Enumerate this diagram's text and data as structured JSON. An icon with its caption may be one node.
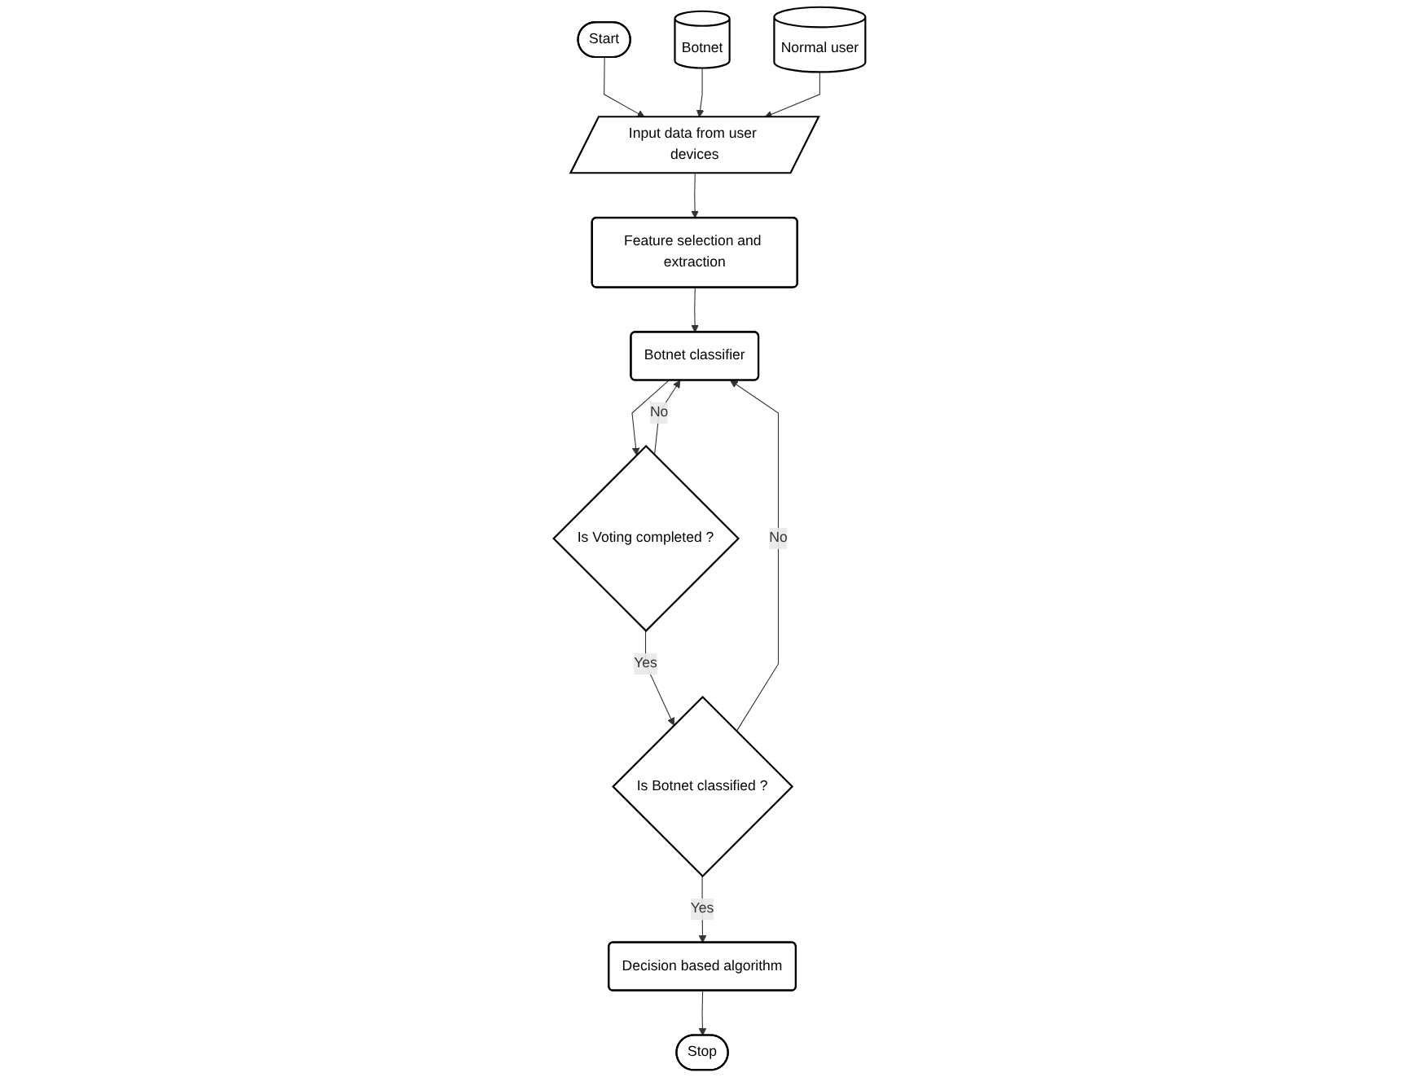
{
  "diagram": {
    "nodes": [
      {
        "text": [
          "Start"
        ]
      },
      {
        "text": [
          "Botnet"
        ]
      },
      {
        "text": [
          "Normal user"
        ]
      },
      {
        "text": [
          "Input data from user devices"
        ]
      },
      {
        "text": [
          "Feature selection and extraction"
        ]
      },
      {
        "text": [
          "Botnet classifier"
        ]
      },
      {
        "text": [
          "Is Voting completed ?"
        ]
      },
      {
        "text": [
          "Is Botnet classified ?"
        ]
      },
      {
        "text": [
          "Decision based algorithm"
        ]
      },
      {
        "text": [
          "Stop"
        ]
      }
    ],
    "edges": [
      {
        "from": 0,
        "to": 3,
        "arrow": "to"
      },
      {
        "from": 1,
        "to": 3,
        "arrow": "to"
      },
      {
        "from": 2,
        "to": 3,
        "arrow": "to"
      },
      {
        "from": 3,
        "to": 4,
        "arrow": "to"
      },
      {
        "from": 4,
        "to": 5,
        "arrow": "to"
      },
      {
        "from": 5,
        "to": 6,
        "arrow": "to"
      },
      {
        "from": 6,
        "to": 5,
        "arrow": "to",
        "label": "No"
      },
      {
        "from": 6,
        "to": 7,
        "arrow": "to",
        "label": "Yes"
      },
      {
        "from": 7,
        "to": 5,
        "arrow": "to",
        "label": "No"
      },
      {
        "from": 7,
        "to": 8,
        "arrow": "to",
        "label": "Yes"
      },
      {
        "from": 8,
        "to": 9,
        "arrow": "to"
      }
    ]
  }
}
